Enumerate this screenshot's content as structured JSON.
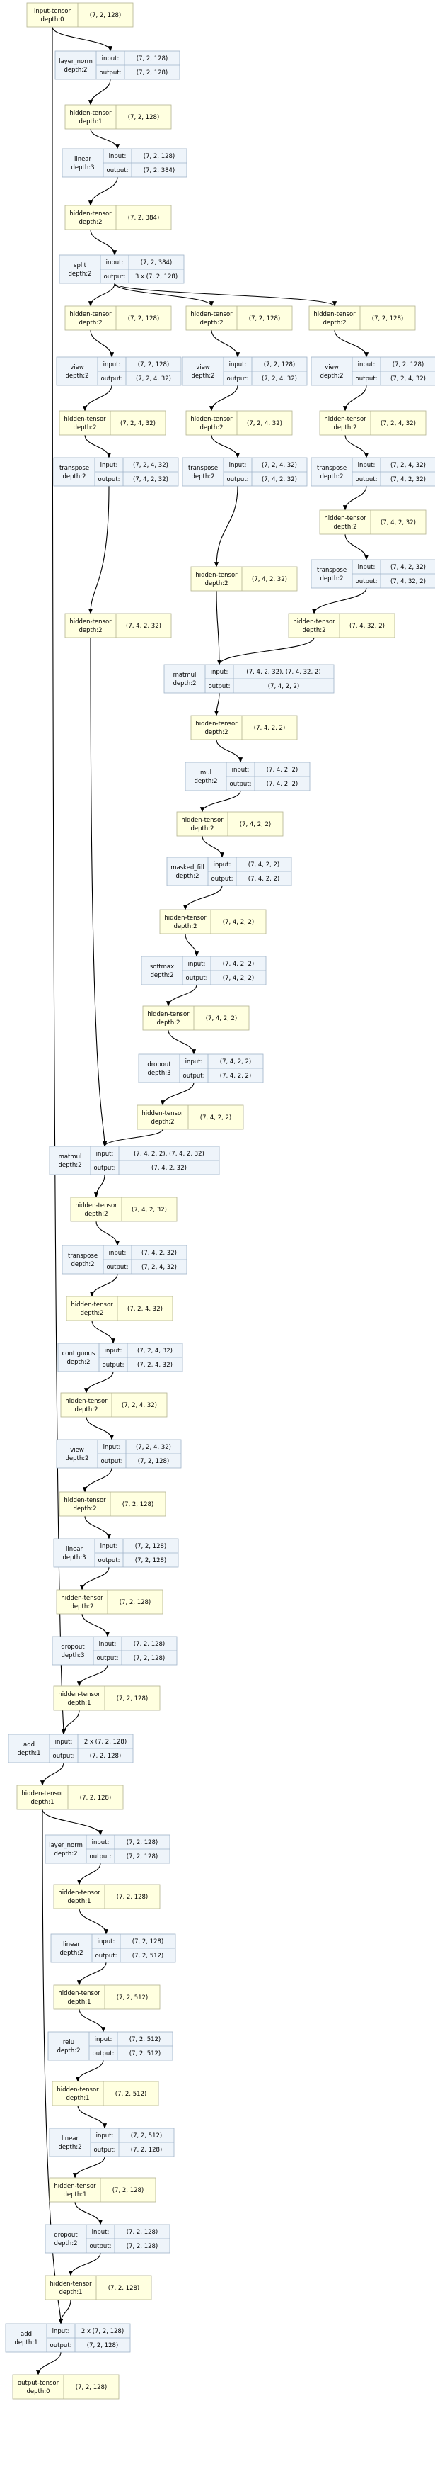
{
  "nodes": [
    {
      "id": "n0",
      "kind": "tensor",
      "lines": [
        "input-tensor",
        "depth:0"
      ],
      "shape": "(7, 2, 128)"
    },
    {
      "id": "n1",
      "kind": "module",
      "lines": [
        "layer_norm",
        "depth:2"
      ],
      "input": "(7, 2, 128)",
      "output": "(7, 2, 128)"
    },
    {
      "id": "n2",
      "kind": "tensor",
      "lines": [
        "hidden-tensor",
        "depth:1"
      ],
      "shape": "(7, 2, 128)"
    },
    {
      "id": "n3",
      "kind": "module",
      "lines": [
        "linear",
        "depth:3"
      ],
      "input": "(7, 2, 128)",
      "output": "(7, 2, 384)"
    },
    {
      "id": "n4",
      "kind": "tensor",
      "lines": [
        "hidden-tensor",
        "depth:2"
      ],
      "shape": "(7, 2, 384)"
    },
    {
      "id": "n5",
      "kind": "module",
      "lines": [
        "split",
        "depth:2"
      ],
      "input": "(7, 2, 384)",
      "output": "3 x (7, 2, 128)"
    },
    {
      "id": "n6",
      "kind": "tensor",
      "lines": [
        "hidden-tensor",
        "depth:2"
      ],
      "shape": "(7, 2, 128)"
    },
    {
      "id": "n7",
      "kind": "tensor",
      "lines": [
        "hidden-tensor",
        "depth:2"
      ],
      "shape": "(7, 2, 128)"
    },
    {
      "id": "n8",
      "kind": "tensor",
      "lines": [
        "hidden-tensor",
        "depth:2"
      ],
      "shape": "(7, 2, 128)"
    },
    {
      "id": "n9",
      "kind": "module",
      "lines": [
        "view",
        "depth:2"
      ],
      "input": "(7, 2, 128)",
      "output": "(7, 2, 4, 32)"
    },
    {
      "id": "n10",
      "kind": "module",
      "lines": [
        "view",
        "depth:2"
      ],
      "input": "(7, 2, 128)",
      "output": "(7, 2, 4, 32)"
    },
    {
      "id": "n11",
      "kind": "module",
      "lines": [
        "view",
        "depth:2"
      ],
      "input": "(7, 2, 128)",
      "output": "(7, 2, 4, 32)"
    },
    {
      "id": "n12",
      "kind": "tensor",
      "lines": [
        "hidden-tensor",
        "depth:2"
      ],
      "shape": "(7, 2, 4, 32)"
    },
    {
      "id": "n13",
      "kind": "tensor",
      "lines": [
        "hidden-tensor",
        "depth:2"
      ],
      "shape": "(7, 2, 4, 32)"
    },
    {
      "id": "n14",
      "kind": "tensor",
      "lines": [
        "hidden-tensor",
        "depth:2"
      ],
      "shape": "(7, 2, 4, 32)"
    },
    {
      "id": "n15",
      "kind": "module",
      "lines": [
        "transpose",
        "depth:2"
      ],
      "input": "(7, 2, 4, 32)",
      "output": "(7, 4, 2, 32)"
    },
    {
      "id": "n16",
      "kind": "module",
      "lines": [
        "transpose",
        "depth:2"
      ],
      "input": "(7, 2, 4, 32)",
      "output": "(7, 4, 2, 32)"
    },
    {
      "id": "n17",
      "kind": "module",
      "lines": [
        "transpose",
        "depth:2"
      ],
      "input": "(7, 2, 4, 32)",
      "output": "(7, 4, 2, 32)"
    },
    {
      "id": "n18",
      "kind": "tensor",
      "lines": [
        "hidden-tensor",
        "depth:2"
      ],
      "shape": "(7, 4, 2, 32)"
    },
    {
      "id": "n19",
      "kind": "module",
      "lines": [
        "transpose",
        "depth:2"
      ],
      "input": "(7, 4, 2, 32)",
      "output": "(7, 4, 32, 2)"
    },
    {
      "id": "n20",
      "kind": "tensor",
      "lines": [
        "hidden-tensor",
        "depth:2"
      ],
      "shape": "(7, 4, 2, 32)"
    },
    {
      "id": "n21",
      "kind": "tensor",
      "lines": [
        "hidden-tensor",
        "depth:2"
      ],
      "shape": "(7, 4, 2, 32)"
    },
    {
      "id": "n22",
      "kind": "tensor",
      "lines": [
        "hidden-tensor",
        "depth:2"
      ],
      "shape": "(7, 4, 32, 2)"
    },
    {
      "id": "n23",
      "kind": "module",
      "lines": [
        "matmul",
        "depth:2"
      ],
      "input": "(7, 4, 2, 32), (7, 4, 32, 2)",
      "output": "(7, 4, 2, 2)"
    },
    {
      "id": "n24",
      "kind": "tensor",
      "lines": [
        "hidden-tensor",
        "depth:2"
      ],
      "shape": "(7, 4, 2, 2)"
    },
    {
      "id": "n25",
      "kind": "module",
      "lines": [
        "mul",
        "depth:2"
      ],
      "input": "(7, 4, 2, 2)",
      "output": "(7, 4, 2, 2)"
    },
    {
      "id": "n26",
      "kind": "tensor",
      "lines": [
        "hidden-tensor",
        "depth:2"
      ],
      "shape": "(7, 4, 2, 2)"
    },
    {
      "id": "n27",
      "kind": "module",
      "lines": [
        "masked_fill",
        "depth:2"
      ],
      "input": "(7, 4, 2, 2)",
      "output": "(7, 4, 2, 2)"
    },
    {
      "id": "n28",
      "kind": "tensor",
      "lines": [
        "hidden-tensor",
        "depth:2"
      ],
      "shape": "(7, 4, 2, 2)"
    },
    {
      "id": "n29",
      "kind": "module",
      "lines": [
        "softmax",
        "depth:2"
      ],
      "input": "(7, 4, 2, 2)",
      "output": "(7, 4, 2, 2)"
    },
    {
      "id": "n30",
      "kind": "tensor",
      "lines": [
        "hidden-tensor",
        "depth:2"
      ],
      "shape": "(7, 4, 2, 2)"
    },
    {
      "id": "n31",
      "kind": "module",
      "lines": [
        "dropout",
        "depth:3"
      ],
      "input": "(7, 4, 2, 2)",
      "output": "(7, 4, 2, 2)"
    },
    {
      "id": "n32",
      "kind": "tensor",
      "lines": [
        "hidden-tensor",
        "depth:2"
      ],
      "shape": "(7, 4, 2, 2)"
    },
    {
      "id": "n33",
      "kind": "module",
      "lines": [
        "matmul",
        "depth:2"
      ],
      "input": "(7, 4, 2, 2), (7, 4, 2, 32)",
      "output": "(7, 4, 2, 32)"
    },
    {
      "id": "n34",
      "kind": "tensor",
      "lines": [
        "hidden-tensor",
        "depth:2"
      ],
      "shape": "(7, 4, 2, 32)"
    },
    {
      "id": "n35",
      "kind": "module",
      "lines": [
        "transpose",
        "depth:2"
      ],
      "input": "(7, 4, 2, 32)",
      "output": "(7, 2, 4, 32)"
    },
    {
      "id": "n36",
      "kind": "tensor",
      "lines": [
        "hidden-tensor",
        "depth:2"
      ],
      "shape": "(7, 2, 4, 32)"
    },
    {
      "id": "n37",
      "kind": "module",
      "lines": [
        "contiguous",
        "depth:2"
      ],
      "input": "(7, 2, 4, 32)",
      "output": "(7, 2, 4, 32)"
    },
    {
      "id": "n38",
      "kind": "tensor",
      "lines": [
        "hidden-tensor",
        "depth:2"
      ],
      "shape": "(7, 2, 4, 32)"
    },
    {
      "id": "n39",
      "kind": "module",
      "lines": [
        "view",
        "depth:2"
      ],
      "input": "(7, 2, 4, 32)",
      "output": "(7, 2, 128)"
    },
    {
      "id": "n40",
      "kind": "tensor",
      "lines": [
        "hidden-tensor",
        "depth:2"
      ],
      "shape": "(7, 2, 128)"
    },
    {
      "id": "n41",
      "kind": "module",
      "lines": [
        "linear",
        "depth:3"
      ],
      "input": "(7, 2, 128)",
      "output": "(7, 2, 128)"
    },
    {
      "id": "n42",
      "kind": "tensor",
      "lines": [
        "hidden-tensor",
        "depth:2"
      ],
      "shape": "(7, 2, 128)"
    },
    {
      "id": "n43",
      "kind": "module",
      "lines": [
        "dropout",
        "depth:3"
      ],
      "input": "(7, 2, 128)",
      "output": "(7, 2, 128)"
    },
    {
      "id": "n44",
      "kind": "tensor",
      "lines": [
        "hidden-tensor",
        "depth:1"
      ],
      "shape": "(7, 2, 128)"
    },
    {
      "id": "n45",
      "kind": "module",
      "lines": [
        "add",
        "depth:1"
      ],
      "input": "2 x (7, 2, 128)",
      "output": "(7, 2, 128)"
    },
    {
      "id": "n46",
      "kind": "tensor",
      "lines": [
        "hidden-tensor",
        "depth:1"
      ],
      "shape": "(7, 2, 128)"
    },
    {
      "id": "n47",
      "kind": "module",
      "lines": [
        "layer_norm",
        "depth:2"
      ],
      "input": "(7, 2, 128)",
      "output": "(7, 2, 128)"
    },
    {
      "id": "n48",
      "kind": "tensor",
      "lines": [
        "hidden-tensor",
        "depth:1"
      ],
      "shape": "(7, 2, 128)"
    },
    {
      "id": "n49",
      "kind": "module",
      "lines": [
        "linear",
        "depth:2"
      ],
      "input": "(7, 2, 128)",
      "output": "(7, 2, 512)"
    },
    {
      "id": "n50",
      "kind": "tensor",
      "lines": [
        "hidden-tensor",
        "depth:1"
      ],
      "shape": "(7, 2, 512)"
    },
    {
      "id": "n51",
      "kind": "module",
      "lines": [
        "relu",
        "depth:2"
      ],
      "input": "(7, 2, 512)",
      "output": "(7, 2, 512)"
    },
    {
      "id": "n52",
      "kind": "tensor",
      "lines": [
        "hidden-tensor",
        "depth:1"
      ],
      "shape": "(7, 2, 512)"
    },
    {
      "id": "n53",
      "kind": "module",
      "lines": [
        "linear",
        "depth:2"
      ],
      "input": "(7, 2, 512)",
      "output": "(7, 2, 128)"
    },
    {
      "id": "n54",
      "kind": "tensor",
      "lines": [
        "hidden-tensor",
        "depth:1"
      ],
      "shape": "(7, 2, 128)"
    },
    {
      "id": "n55",
      "kind": "module",
      "lines": [
        "dropout",
        "depth:2"
      ],
      "input": "(7, 2, 128)",
      "output": "(7, 2, 128)"
    },
    {
      "id": "n56",
      "kind": "tensor",
      "lines": [
        "hidden-tensor",
        "depth:1"
      ],
      "shape": "(7, 2, 128)"
    },
    {
      "id": "n57",
      "kind": "module",
      "lines": [
        "add",
        "depth:1"
      ],
      "input": "2 x (7, 2, 128)",
      "output": "(7, 2, 128)"
    },
    {
      "id": "n58",
      "kind": "tensor",
      "lines": [
        "output-tensor",
        "depth:0"
      ],
      "shape": "(7, 2, 128)"
    }
  ],
  "edges": [
    [
      "n0",
      "n1"
    ],
    [
      "n0",
      "n45"
    ],
    [
      "n1",
      "n2"
    ],
    [
      "n2",
      "n3"
    ],
    [
      "n3",
      "n4"
    ],
    [
      "n4",
      "n5"
    ],
    [
      "n5",
      "n6"
    ],
    [
      "n5",
      "n7"
    ],
    [
      "n5",
      "n8"
    ],
    [
      "n6",
      "n9"
    ],
    [
      "n7",
      "n10"
    ],
    [
      "n8",
      "n11"
    ],
    [
      "n9",
      "n12"
    ],
    [
      "n10",
      "n13"
    ],
    [
      "n11",
      "n14"
    ],
    [
      "n12",
      "n15"
    ],
    [
      "n13",
      "n16"
    ],
    [
      "n14",
      "n17"
    ],
    [
      "n17",
      "n18"
    ],
    [
      "n18",
      "n19"
    ],
    [
      "n15",
      "n20"
    ],
    [
      "n16",
      "n21"
    ],
    [
      "n19",
      "n22"
    ],
    [
      "n21",
      "n23"
    ],
    [
      "n22",
      "n23"
    ],
    [
      "n23",
      "n24"
    ],
    [
      "n24",
      "n25"
    ],
    [
      "n25",
      "n26"
    ],
    [
      "n26",
      "n27"
    ],
    [
      "n27",
      "n28"
    ],
    [
      "n28",
      "n29"
    ],
    [
      "n29",
      "n30"
    ],
    [
      "n30",
      "n31"
    ],
    [
      "n31",
      "n32"
    ],
    [
      "n32",
      "n33"
    ],
    [
      "n20",
      "n33"
    ],
    [
      "n33",
      "n34"
    ],
    [
      "n34",
      "n35"
    ],
    [
      "n35",
      "n36"
    ],
    [
      "n36",
      "n37"
    ],
    [
      "n37",
      "n38"
    ],
    [
      "n38",
      "n39"
    ],
    [
      "n39",
      "n40"
    ],
    [
      "n40",
      "n41"
    ],
    [
      "n41",
      "n42"
    ],
    [
      "n42",
      "n43"
    ],
    [
      "n43",
      "n44"
    ],
    [
      "n44",
      "n45"
    ],
    [
      "n45",
      "n46"
    ],
    [
      "n46",
      "n47"
    ],
    [
      "n46",
      "n57"
    ],
    [
      "n47",
      "n48"
    ],
    [
      "n48",
      "n49"
    ],
    [
      "n49",
      "n50"
    ],
    [
      "n50",
      "n51"
    ],
    [
      "n51",
      "n52"
    ],
    [
      "n52",
      "n53"
    ],
    [
      "n53",
      "n54"
    ],
    [
      "n54",
      "n55"
    ],
    [
      "n55",
      "n56"
    ],
    [
      "n56",
      "n57"
    ],
    [
      "n57",
      "n58"
    ]
  ],
  "colors": {
    "tensor_fill": "#ffffe0",
    "module_fill": "#eef4fa"
  }
}
